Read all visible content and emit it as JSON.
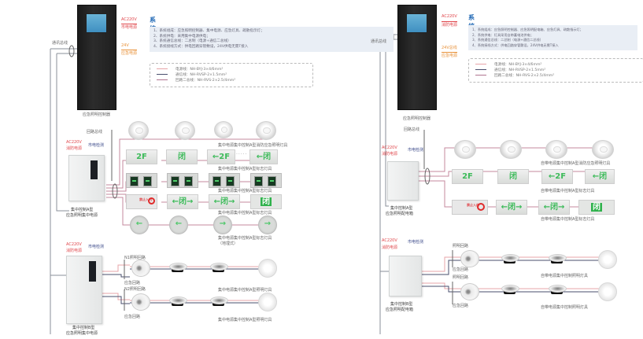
{
  "left": {
    "host": {
      "ac_label": "AC220V",
      "ac_sub": "市电电源",
      "out_label": "24V",
      "out_sub": "应急电源",
      "caption": "应急照明控制器"
    },
    "comm_line_label": "通讯总线",
    "loop_label": "回路总线",
    "overview": {
      "title": "系统概述",
      "items": [
        "1、系统组成：应急照明控制器、集中电源、应急灯具、疏散指示灯；",
        "2、系统供电：采用集中电源供电；",
        "3、系统通信总线：二总制（电源+通信二总线）",
        "4、系统接线方式：供电回路穿管敷设，24V供电无需T接入"
      ]
    },
    "legend": [
      {
        "label": "电源线：NH-BYJ-3×4/6mm²",
        "color": "#e7a4a8"
      },
      {
        "label": "通信线：NH-RVSP-2×1.5mm²",
        "color": "#4a4f6e"
      },
      {
        "label": "回路二总线：NH-RVS-2×2.5/4mm²",
        "color": "#b07590"
      }
    ],
    "mid_box": {
      "ac_label": "AC220V",
      "ac_sub": "消防电源",
      "ctrl_label": "市电检测",
      "caption1": "集中控制A型",
      "caption2": "应急照明集中电源"
    },
    "row_captions": [
      "集中电源集中控制A型消防应急照明灯具",
      "集中电源集中控制A型标志灯具",
      "集中电源集中控制A型标志灯具",
      "集中电源集中控制A型标志灯具",
      "集中电源集中控制A型标志灯具",
      "（地埋式）"
    ],
    "signs": {
      "floor": "2F",
      "exit": "闭",
      "arrow_floor": "←2F",
      "arrow_exit": "←闭",
      "lr_exit": "←闭→",
      "forbid": "禁止入内"
    },
    "bottom_box": {
      "ac_label": "AC220V",
      "ac_sub": "消防电源",
      "ctrl_label": "市电检测",
      "caption1": "集中控制B型",
      "caption2": "应急照明集中电源",
      "loops": [
        "N1照明回路",
        "应急回路",
        "N2照明回路",
        "应急回路"
      ],
      "row_captions": [
        "集中电源集中控制A型照明灯具",
        "集中电源集中控制A型照明灯具"
      ]
    }
  },
  "right": {
    "host": {
      "ac_label": "AC220V",
      "ac_sub": "消防电源",
      "out_label": "24V总线",
      "out_sub": "应急电源",
      "caption": "应急照明控制器"
    },
    "comm_line_label": "通讯总线",
    "loop_label": "回路总线",
    "overview": {
      "title": "系统概述",
      "items": [
        "1、系统组成：应急照明控制器、应急照明配电箱、应急灯具、疏散指示灯；",
        "2、系统供电：灯具采用自带蓄电池供电；",
        "3、系统通信总线：二总制（电源+通信二总线）",
        "4、系统接线方式：供电回路穿管敷设，24V供电无需T接入"
      ]
    },
    "legend": [
      {
        "label": "电源线：NH-BYJ-3×4/6mm²",
        "color": "#e7a4a8"
      },
      {
        "label": "通信线：NH-RVSP-2×1.5mm²",
        "color": "#4a4f6e"
      },
      {
        "label": "回路二总线：NH-RVS-2×2.5/4mm²",
        "color": "#b07590"
      }
    ],
    "mid_box": {
      "ac_label": "AC220V",
      "ac_sub": "消防电源",
      "ctrl_label": "市电检测",
      "caption1": "集中控制A型",
      "caption2": "应急照明配电箱"
    },
    "row_captions": [
      "自带电源集中控制A型消防应急照明灯具",
      "自带电源集中控制A型标志灯具",
      "自带电源集中控制A型标志灯具"
    ],
    "bottom_box": {
      "ac_label": "AC220V",
      "ac_sub": "消防电源",
      "ctrl_label": "市电检测",
      "caption1": "集中控制B型",
      "caption2": "应急照明配电箱",
      "loops": [
        "照明回路",
        "应急回路",
        "照明回路",
        "应急回路"
      ],
      "row_captions": [
        "自带电源集中控制照明灯具",
        "自带电源集中控制照明灯具"
      ]
    }
  }
}
